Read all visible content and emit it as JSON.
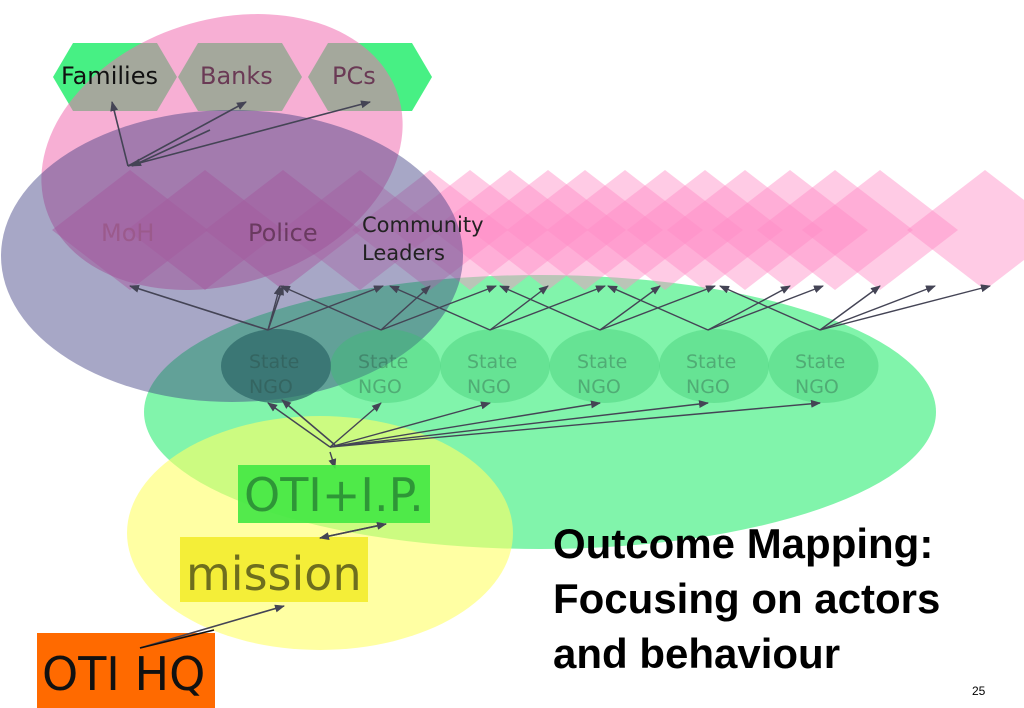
{
  "top_actors": [
    "Families",
    "Banks",
    "PCs"
  ],
  "mid_actors": {
    "moh": "MoH",
    "police": "Police",
    "community": [
      "Community",
      "Leaders"
    ]
  },
  "ngo": {
    "line1": "State",
    "line2": "NGO",
    "count": 6
  },
  "oti_ip": "OTI+I.P.",
  "mission": "mission",
  "oti_hq": "OTI HQ",
  "title": [
    "Outcome Mapping:",
    "Focusing on actors",
    "and behaviour"
  ],
  "page_number": "25",
  "colors": {
    "hex_green": "#33ee77",
    "pink_ellipse": "#f06eb0",
    "navy_ellipse": "#3c3c80",
    "green_ellipse": "#33ee77",
    "yellow_ellipse": "#ffff66",
    "diamond_pink": "#ff8cc6",
    "oti_ip_box": "#44e844",
    "mission_box": "#f3ec2c",
    "oti_hq_box": "#ff6a00",
    "arrow": "#444455"
  }
}
